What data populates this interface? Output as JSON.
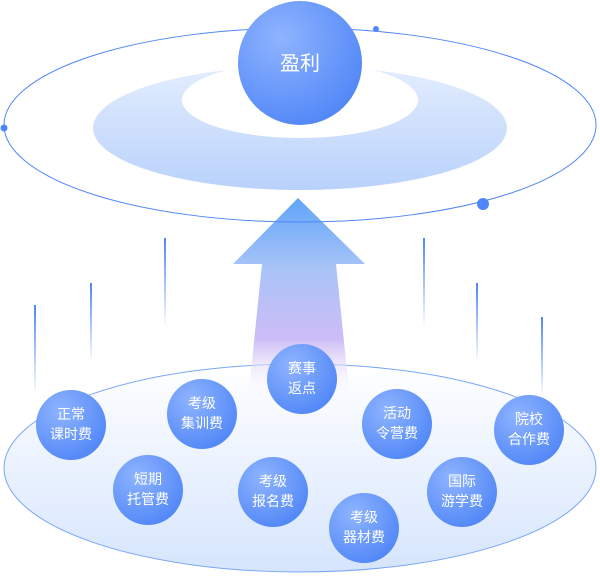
{
  "core": {
    "label": "盈利"
  },
  "colors": {
    "accent": "#4f86f7",
    "bubble": "#5b8ef8",
    "disc": "#cfe0fd",
    "arrow_top": "#6aa8f8",
    "arrow_bottom": "#c9b8f5"
  },
  "bubbles": [
    {
      "line1": "正常",
      "line2": "课时费"
    },
    {
      "line1": "考级",
      "line2": "集训费"
    },
    {
      "line1": "赛事",
      "line2": "返点"
    },
    {
      "line1": "活动",
      "line2": "令营费"
    },
    {
      "line1": "院校",
      "line2": "合作费"
    },
    {
      "line1": "短期",
      "line2": "托管费"
    },
    {
      "line1": "考级",
      "line2": "报名费"
    },
    {
      "line1": "考级",
      "line2": "器材费"
    },
    {
      "line1": "国际",
      "line2": "游学费"
    }
  ]
}
